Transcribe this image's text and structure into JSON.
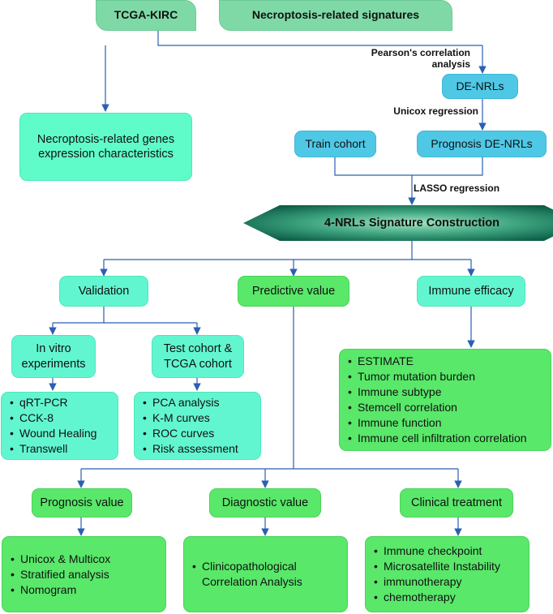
{
  "sources": {
    "tcga_kirc": "TCGA-KIRC",
    "necroptosis_signatures": "Necroptosis-related signatures"
  },
  "steps": {
    "pearson": "Pearson's correlation analysis",
    "unicox": "Unicox regression",
    "lasso": "LASSO regression"
  },
  "nodes": {
    "expression_characteristics": "Necroptosis-related genes expression characteristics",
    "de_nrls": "DE-NRLs",
    "train_cohort": "Train cohort",
    "prognosis_de_nrls": "Prognosis DE-NRLs",
    "signature": "4-NRLs Signature Construction",
    "validation": "Validation",
    "predictive_value": "Predictive value",
    "immune_efficacy": "Immune efficacy",
    "in_vitro": "In vitro experiments",
    "test_cohort": "Test cohort & TCGA cohort",
    "prognosis_value": "Prognosis value",
    "diagnostic_value": "Diagnostic value",
    "clinical_treatment": "Clinical treatment"
  },
  "lists": {
    "immune": [
      "ESTIMATE",
      "Tumor mutation burden",
      "Immune subtype",
      "Stemcell correlation",
      "Immune function",
      "Immune cell infiltration correlation"
    ],
    "in_vitro": [
      "qRT-PCR",
      "CCK-8",
      "Wound Healing",
      "Transwell"
    ],
    "test": [
      "PCA analysis",
      "K-M curves",
      "ROC curves",
      "Risk assessment"
    ],
    "prognosis": [
      "Unicox & Multicox",
      "Stratified analysis",
      "Nomogram"
    ],
    "diagnostic": [
      "Clinicopathological Correlation Analysis"
    ],
    "clinical": [
      "Immune checkpoint",
      "Microsatellite Instability",
      "immunotherapy",
      "chemotherapy"
    ]
  },
  "colors": {
    "connector": "#2b5fb3",
    "green": "#59e86a",
    "mint": "#5ffcc9",
    "sea": "#7fd9a6",
    "sky": "#4fc8e6",
    "signature_dark": "#0d5e47",
    "signature_light": "#9fe6c0"
  }
}
